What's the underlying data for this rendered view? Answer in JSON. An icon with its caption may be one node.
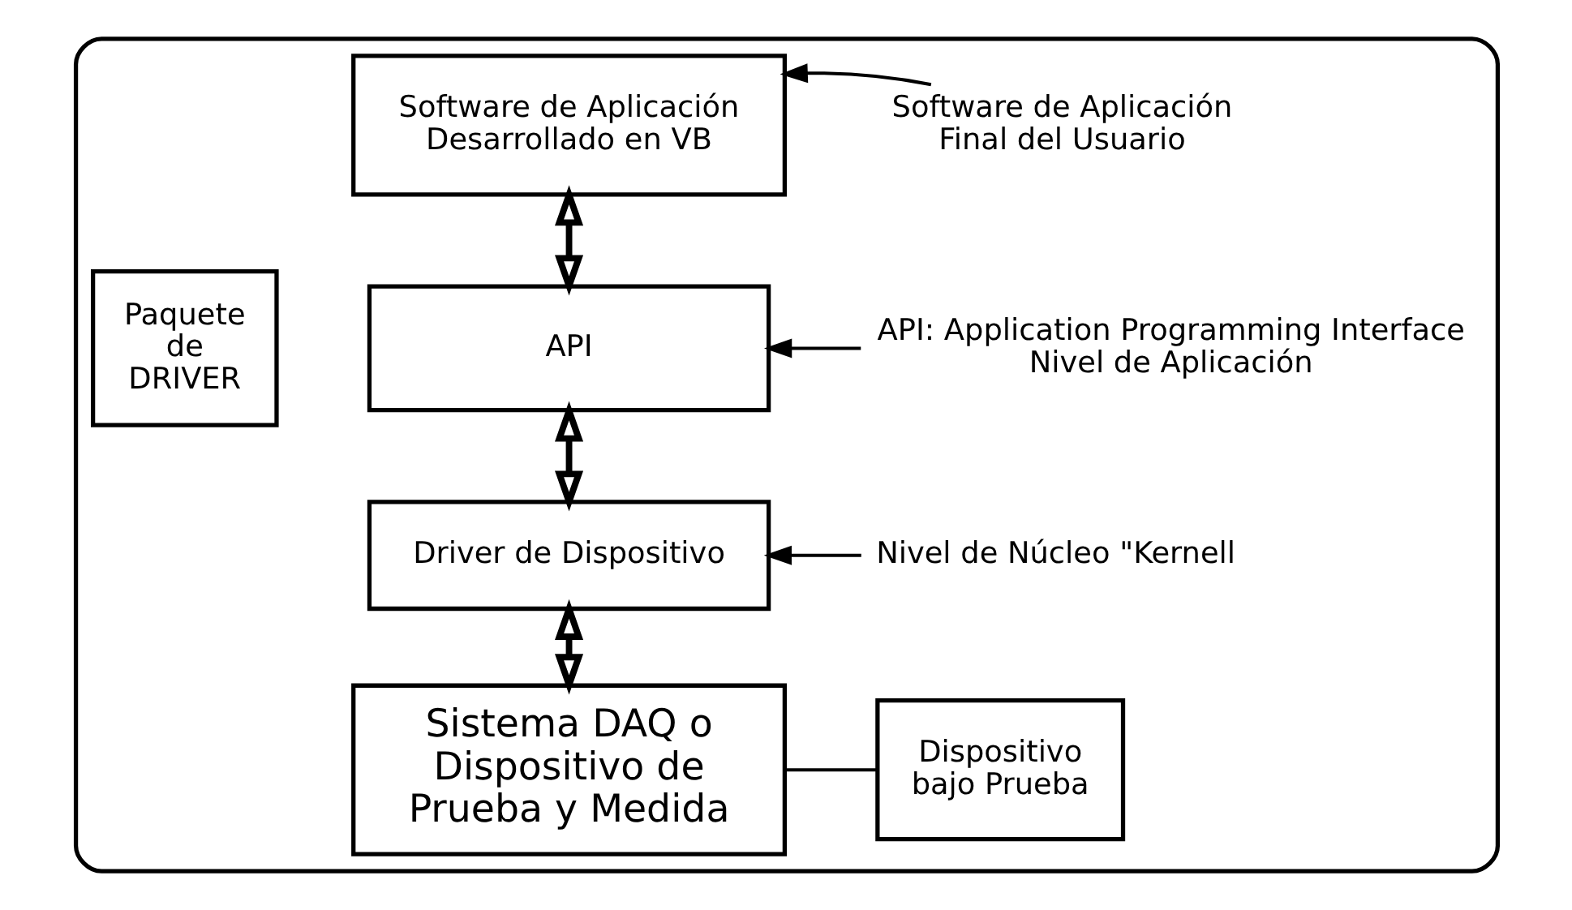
{
  "diagram": {
    "nodes": [
      {
        "text": [],
        "shape": "box"
      },
      {
        "text": [
          "Software de Aplicación Desarrollado en VB"
        ],
        "in": 0
      },
      {
        "text": [
          "API"
        ],
        "in": 0
      },
      {
        "text": [
          "Driver de Dispositivo"
        ],
        "in": 0
      },
      {
        "text": [
          "Sistema DAQ o Dispositivo de Prueba y Medida"
        ],
        "in": 0
      },
      {
        "text": [
          "Dispositivo bajo Prueba"
        ],
        "in": 0
      },
      {
        "text": [
          "Paquete de DRIVER"
        ],
        "in": 0
      },
      {
        "text": [
          "Software de Aplicación Final del Usuario"
        ],
        "in": 0
      },
      {
        "text": [
          "API: Application Programming Interface Nivel de Aplicación"
        ],
        "in": 0
      },
      {
        "text": [
          "Nivel de Núcleo \"Kernell"
        ],
        "in": 0
      }
    ],
    "edges": [
      {
        "from": 1,
        "to": 2,
        "arrow": "both",
        "style": "thick"
      },
      {
        "from": 2,
        "to": 3,
        "arrow": "both",
        "style": "thick"
      },
      {
        "from": 3,
        "to": 4,
        "arrow": "both",
        "style": "thick"
      },
      {
        "from": 7,
        "to": 1,
        "arrow": "to"
      },
      {
        "from": 8,
        "to": 2,
        "arrow": "to"
      },
      {
        "from": 9,
        "to": 3,
        "arrow": "to"
      },
      {
        "from": 4,
        "to": 5,
        "arrow": "none"
      }
    ]
  }
}
